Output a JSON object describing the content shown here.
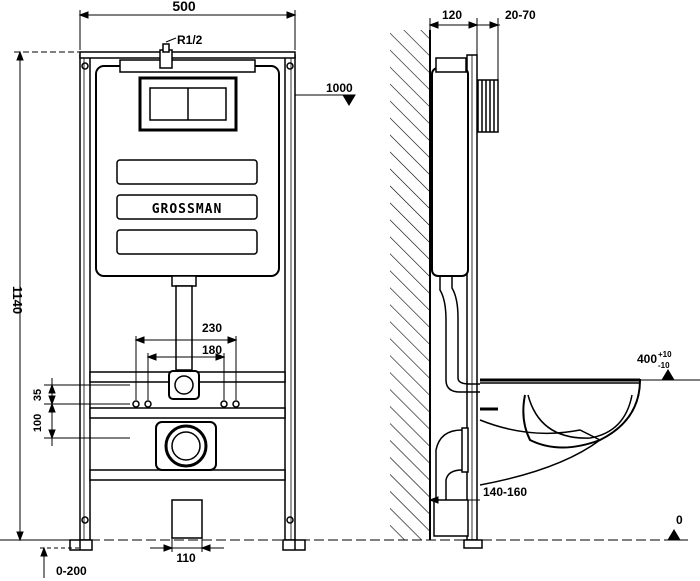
{
  "brand": "GROSSMAN",
  "pipe_label": "R1/2",
  "dimensions": {
    "frame_width": "500",
    "height_1000": "1000",
    "total_height": "1140",
    "d230": "230",
    "d180": "180",
    "d35": "35",
    "d100": "100",
    "d110": "110",
    "d0_200": "0-200",
    "d120": "120",
    "d20_70": "20-70",
    "d400": "400",
    "tol_plus": "+10",
    "tol_minus": "-10",
    "d140_160": "140-160",
    "floor_zero": "0"
  }
}
